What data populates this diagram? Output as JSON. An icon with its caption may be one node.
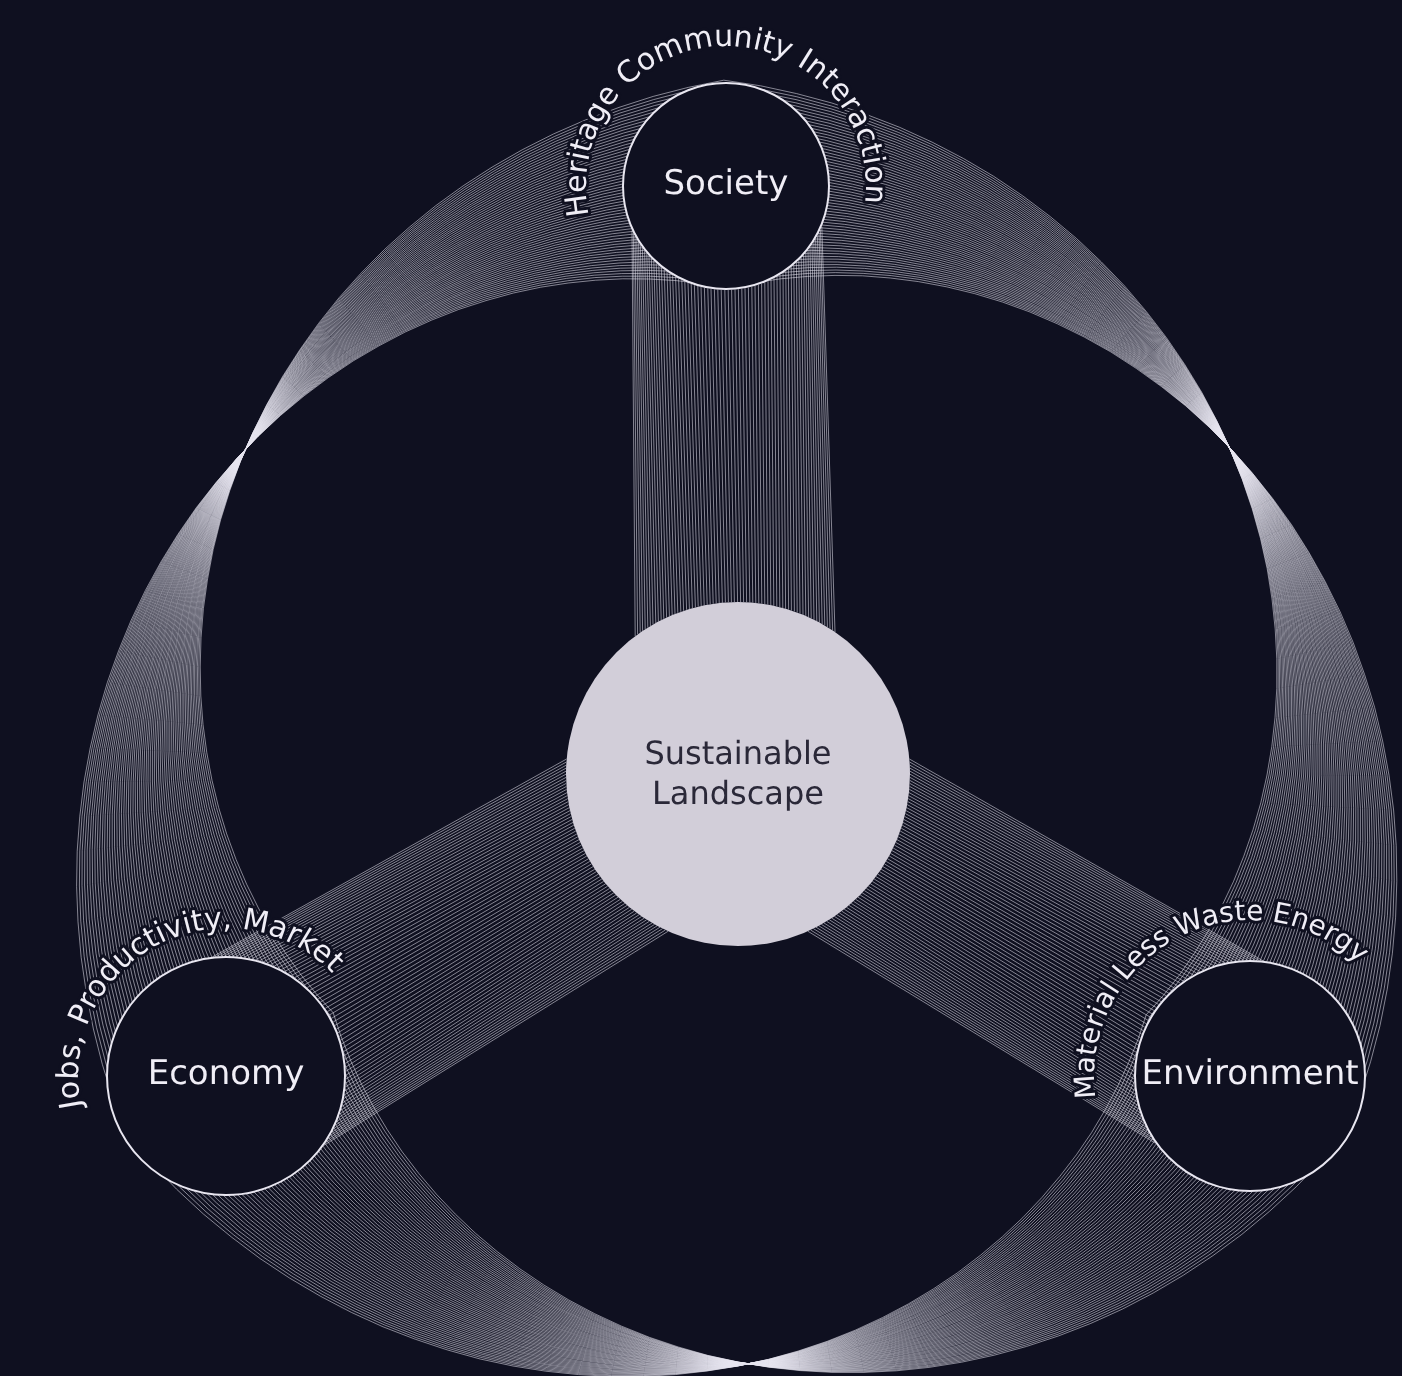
{
  "diagram": {
    "nodes": [
      {
        "text": [
          "Society",
          "Heritage Community Interaction"
        ]
      },
      {
        "text": [
          "Sustainable Landscape"
        ]
      },
      {
        "text": [
          "Economy",
          "Jobs, Productivity, Market"
        ]
      },
      {
        "text": [
          "Environment",
          "Material Less Waste Energy"
        ]
      }
    ],
    "edges": [
      {
        "from": 1,
        "to": 0,
        "arrow": "none"
      },
      {
        "from": 1,
        "to": 2,
        "arrow": "none"
      },
      {
        "from": 1,
        "to": 3,
        "arrow": "none"
      },
      {
        "from": 0,
        "to": 3,
        "arrow": "none"
      },
      {
        "from": 3,
        "to": 2,
        "arrow": "none"
      },
      {
        "from": 2,
        "to": 0,
        "arrow": "none"
      }
    ]
  }
}
